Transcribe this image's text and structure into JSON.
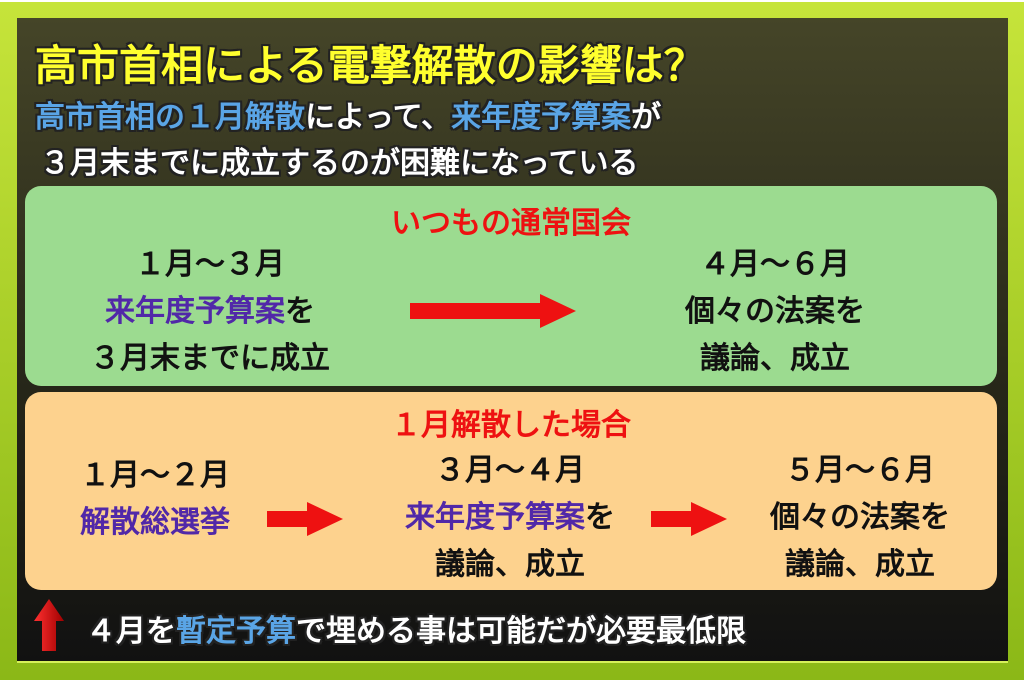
{
  "title": "高市首相による電撃解散の影響は？",
  "subtitle": {
    "line1": [
      {
        "text": "高市首相の１月解散",
        "hl": true
      },
      {
        "text": "によって、",
        "hl": false
      },
      {
        "text": "来年度予算案",
        "hl": true
      },
      {
        "text": "が",
        "hl": false
      }
    ],
    "line2": "３月末までに成立するのが困難になっている"
  },
  "normal": {
    "heading": "いつもの通常国会",
    "left": {
      "period": "１月～３月",
      "item": "来年度予算案",
      "suffix": "を",
      "line3": "３月末までに成立"
    },
    "right": {
      "period": "４月～６月",
      "line2": "個々の法案を",
      "line3": "議論、成立"
    }
  },
  "dissolution": {
    "heading": "１月解散した場合",
    "left": {
      "period": "１月～２月",
      "item": "解散総選挙"
    },
    "middle": {
      "period": "３月～４月",
      "item": "来年度予算案",
      "suffix": "を",
      "line3": "議論、成立"
    },
    "right": {
      "period": "５月～６月",
      "line2": "個々の法案を",
      "line3": "議論、成立"
    }
  },
  "note": {
    "pre": "４月を",
    "hl": "暫定予算",
    "post": "で埋める事は可能だが必要最低限"
  },
  "colors": {
    "title": "#ffff2e",
    "highlight": "#5aa5e6",
    "red": "#ee1111",
    "purple": "#5128a8",
    "green_box": "#9cdb90",
    "orange_box": "#fdd28e"
  }
}
